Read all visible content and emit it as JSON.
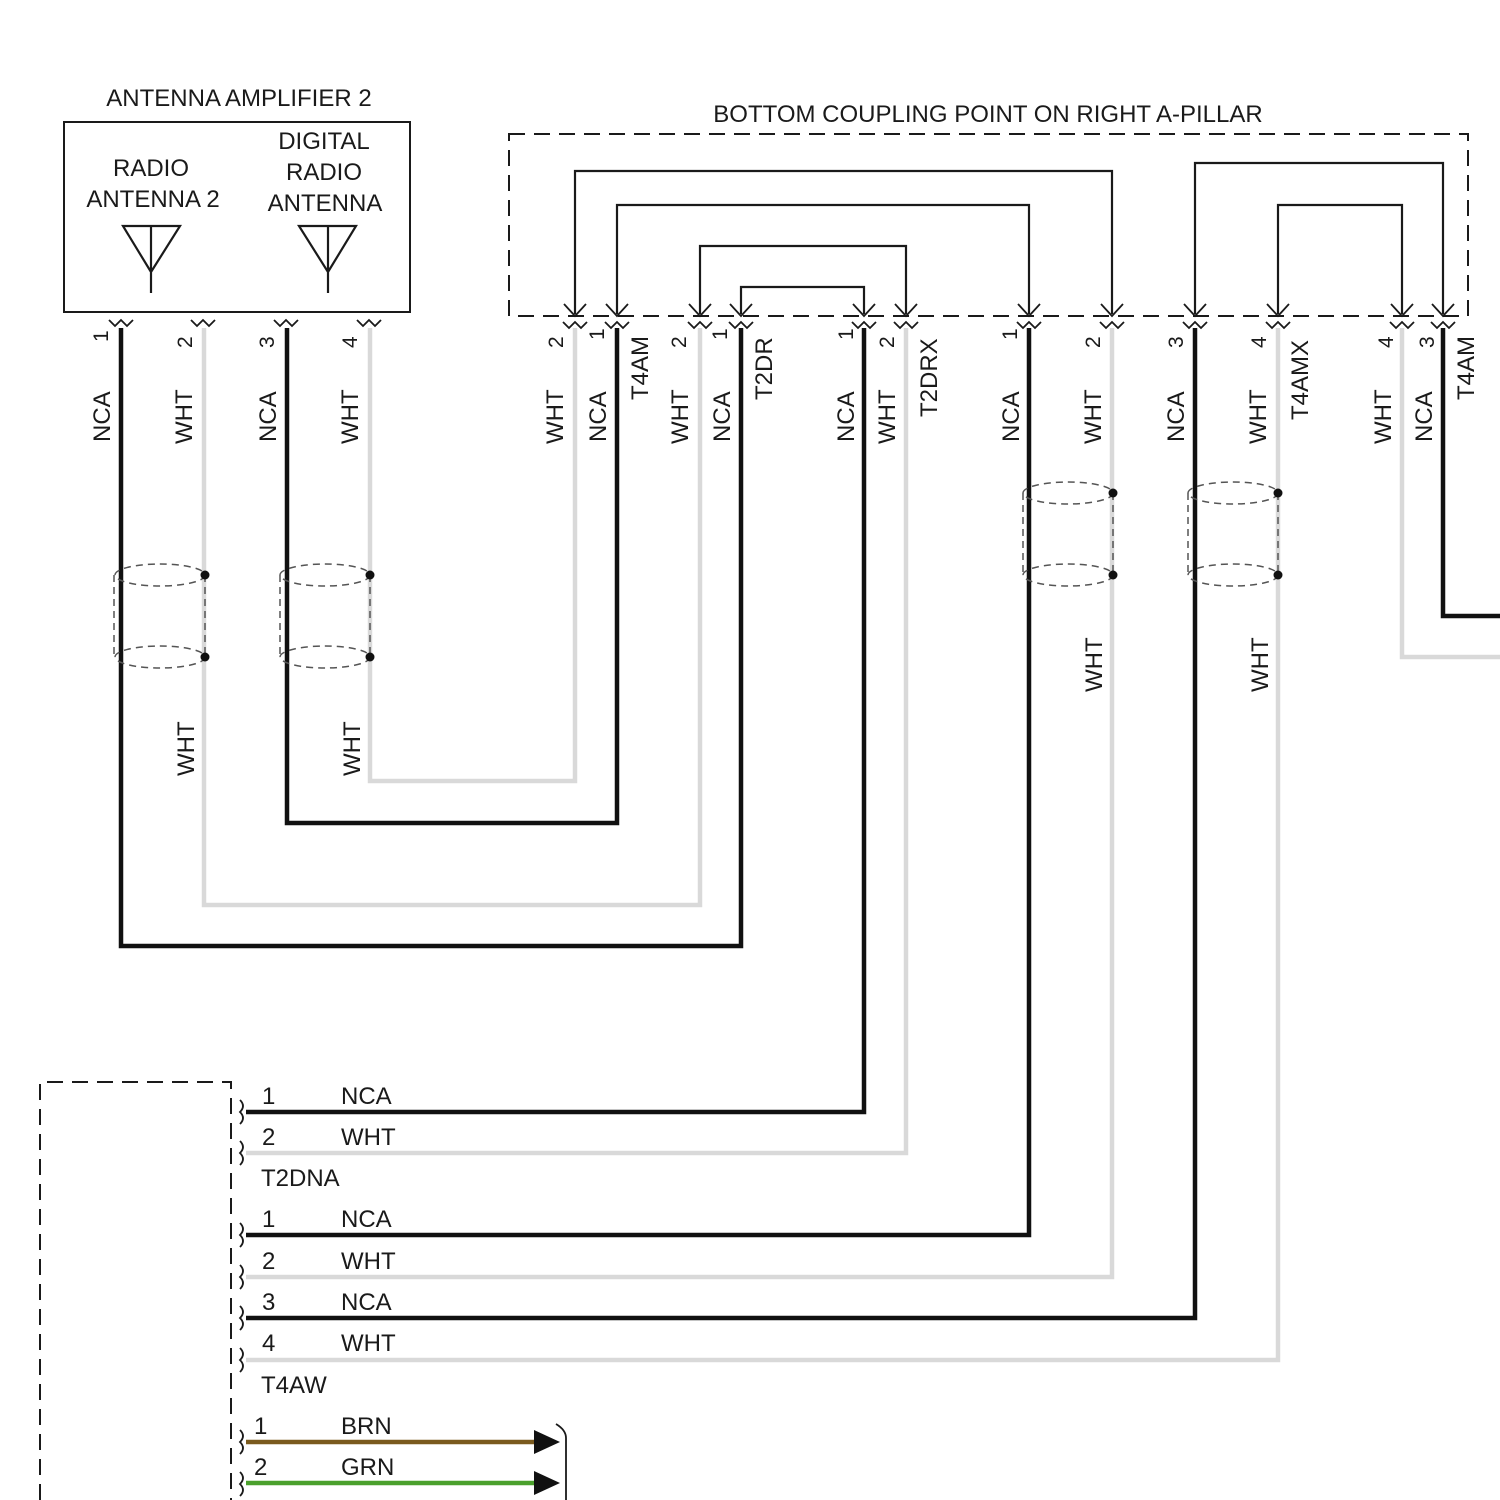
{
  "amplifier": {
    "title": "ANTENNA AMPLIFIER 2",
    "radio_antenna": [
      "RADIO",
      "ANTENNA 2"
    ],
    "digital_antenna": [
      "DIGITAL",
      "RADIO",
      "ANTENNA"
    ]
  },
  "coupling": {
    "title": "BOTTOM COUPLING POINT ON RIGHT A-PILLAR"
  },
  "amp_pins": [
    {
      "pin": "1",
      "color": "NCA",
      "lower": ""
    },
    {
      "pin": "2",
      "color": "WHT",
      "lower": "WHT"
    },
    {
      "pin": "3",
      "color": "NCA",
      "lower": ""
    },
    {
      "pin": "4",
      "color": "WHT",
      "lower": "WHT"
    }
  ],
  "coupling_pins": [
    {
      "pin": "2",
      "color": "WHT"
    },
    {
      "pin": "1",
      "color": "NCA"
    },
    {
      "pin": "2",
      "color": "WHT"
    },
    {
      "pin": "1",
      "color": "NCA"
    },
    {
      "pin": "1",
      "color": "NCA"
    },
    {
      "pin": "2",
      "color": "WHT"
    },
    {
      "pin": "1",
      "color": "NCA"
    },
    {
      "pin": "2",
      "color": "WHT"
    },
    {
      "pin": "3",
      "color": "NCA"
    },
    {
      "pin": "4",
      "color": "WHT"
    },
    {
      "pin": "4",
      "color": "WHT"
    },
    {
      "pin": "3",
      "color": "NCA"
    }
  ],
  "connectors": {
    "t4am": "T4AM",
    "t2dr": "T2DR",
    "t2drx": "T2DRX",
    "t4amx": "T4AMX",
    "t4am_right": "T4AM"
  },
  "shield_lower_labels": [
    "WHT",
    "WHT"
  ],
  "t2dna": {
    "name": "T2DNA",
    "rows": [
      {
        "pin": "1",
        "color": "NCA"
      },
      {
        "pin": "2",
        "color": "WHT"
      }
    ]
  },
  "t4aw": {
    "name": "T4AW",
    "rows": [
      {
        "pin": "1",
        "color": "NCA"
      },
      {
        "pin": "2",
        "color": "WHT"
      },
      {
        "pin": "3",
        "color": "NCA"
      },
      {
        "pin": "4",
        "color": "WHT"
      }
    ]
  },
  "nav_rows": [
    {
      "pin": "1",
      "color": "BRN",
      "hex": "#7a5a1e"
    },
    {
      "pin": "2",
      "color": "GRN",
      "hex": "#4aa02c"
    }
  ],
  "colors": {
    "nca": "#111111",
    "wht": "#d9d9d9",
    "brn": "#7a5a1e",
    "grn": "#4aa02c"
  }
}
